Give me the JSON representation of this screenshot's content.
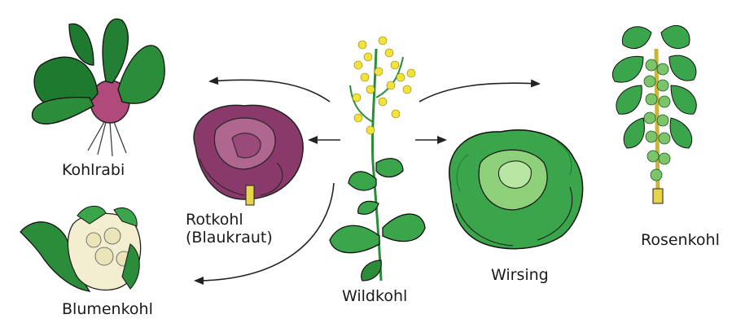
{
  "labels": {
    "kohlrabi": "Kohlrabi",
    "rotkohl_line1": "Rotkohl",
    "rotkohl_line2": "(Blaukraut)",
    "blumenkohl": "Blumenkohl",
    "wildkohl": "Wildkohl",
    "wirsing": "Wirsing",
    "rosenkohl": "Rosenkohl"
  },
  "colors": {
    "leaf_dark": "#1e7a2e",
    "leaf_mid": "#3aa54a",
    "leaf_light": "#8fd07a",
    "red_cabbage": "#8a3a6a",
    "red_cabbage_light": "#b0678f",
    "flower_yellow": "#f2e23a",
    "kohlrabi_bulb": "#b04a7a",
    "cauliflower": "#f3eecf",
    "arrow": "#222222"
  },
  "icons": [
    "kohlrabi-icon",
    "red-cabbage-icon",
    "cauliflower-icon",
    "wild-cabbage-icon",
    "savoy-cabbage-icon",
    "brussels-sprouts-icon"
  ]
}
